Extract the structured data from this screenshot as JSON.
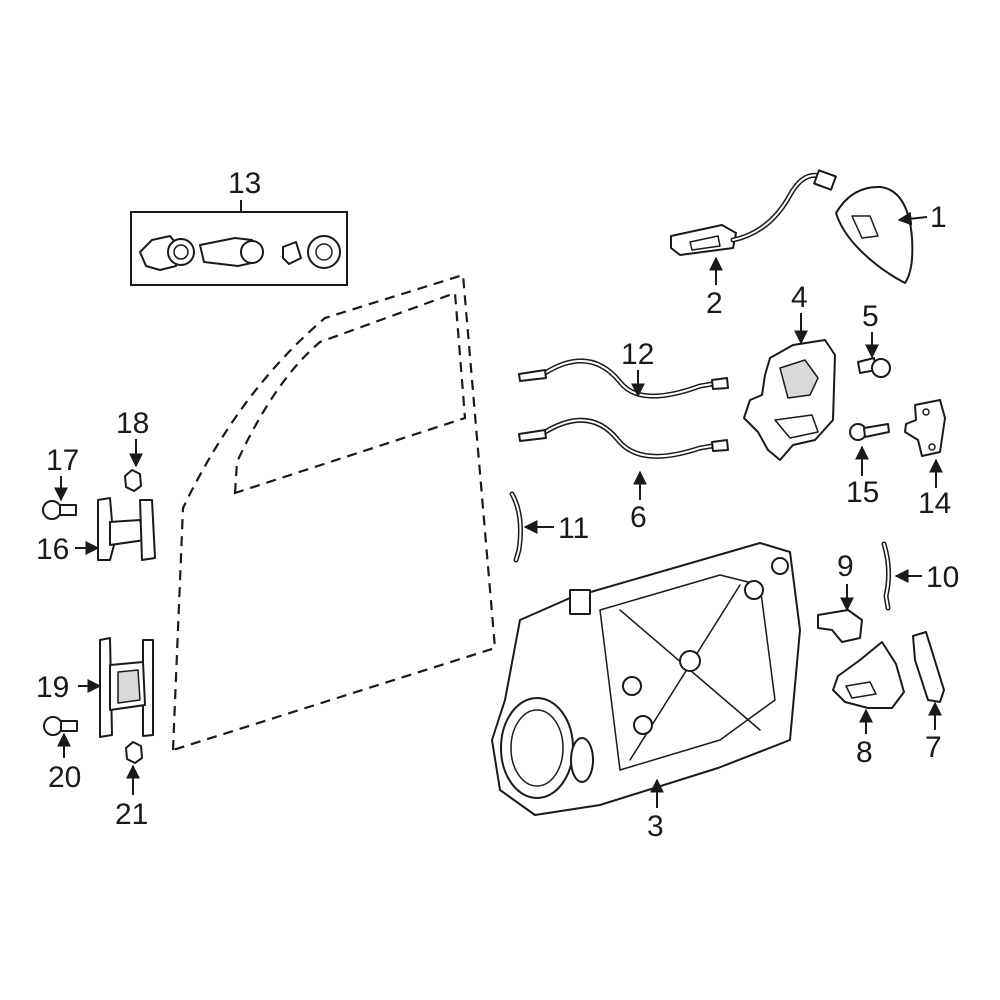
{
  "callouts": {
    "c1": "1",
    "c2": "2",
    "c3": "3",
    "c4": "4",
    "c5": "5",
    "c6": "6",
    "c7": "7",
    "c8": "8",
    "c9": "9",
    "c10": "10",
    "c11": "11",
    "c12": "12",
    "c13": "13",
    "c14": "14",
    "c15": "15",
    "c16": "16",
    "c17": "17",
    "c18": "18",
    "c19": "19",
    "c20": "20",
    "c21": "21"
  },
  "colors": {
    "line": "#1a1a1a",
    "background": "#ffffff",
    "shade": "#d9d9d9"
  }
}
